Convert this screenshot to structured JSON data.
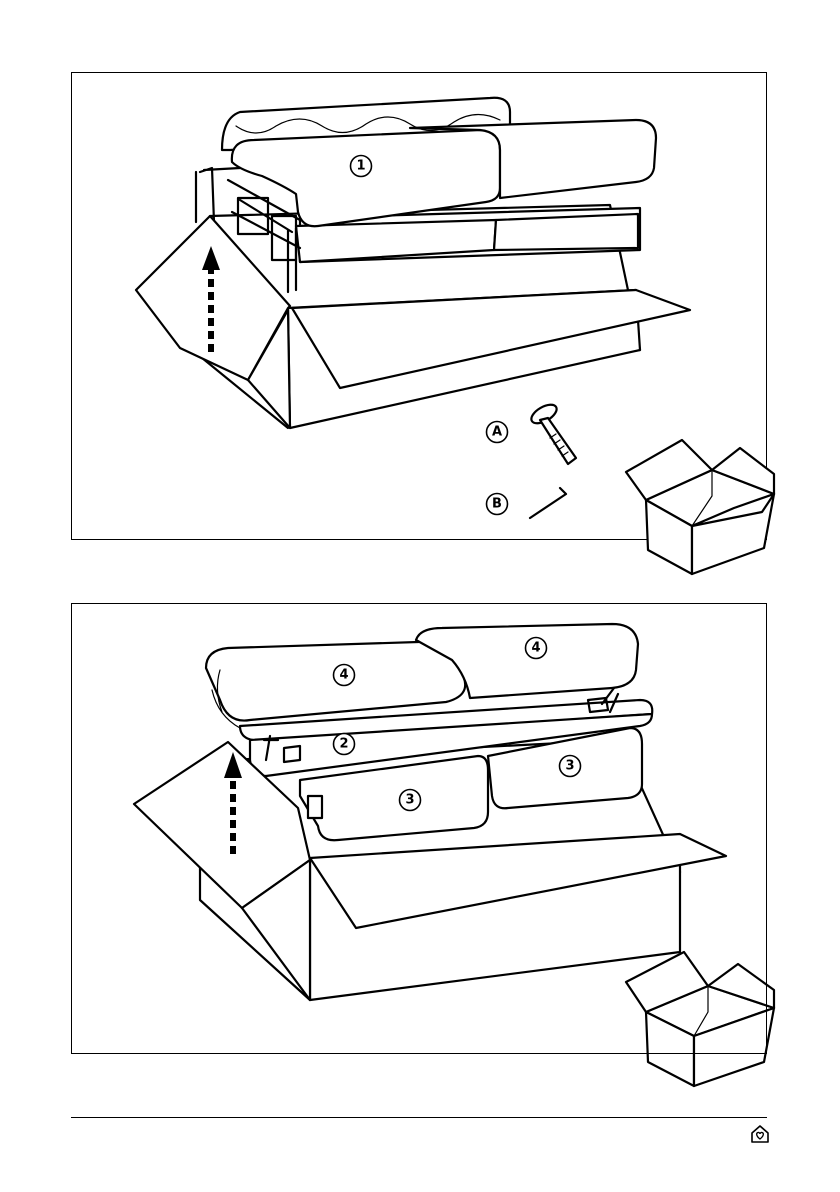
{
  "panel1": {
    "callouts": {
      "part_1": "1",
      "part_a": "A",
      "part_b": "B"
    }
  },
  "panel2": {
    "callouts": {
      "part_4_left": "4",
      "part_4_right": "4",
      "part_2": "2",
      "part_3_left": "3",
      "part_3_right": "3"
    }
  },
  "icons": {
    "unbox": "open-box-icon",
    "footer": "house-heart-icon"
  }
}
